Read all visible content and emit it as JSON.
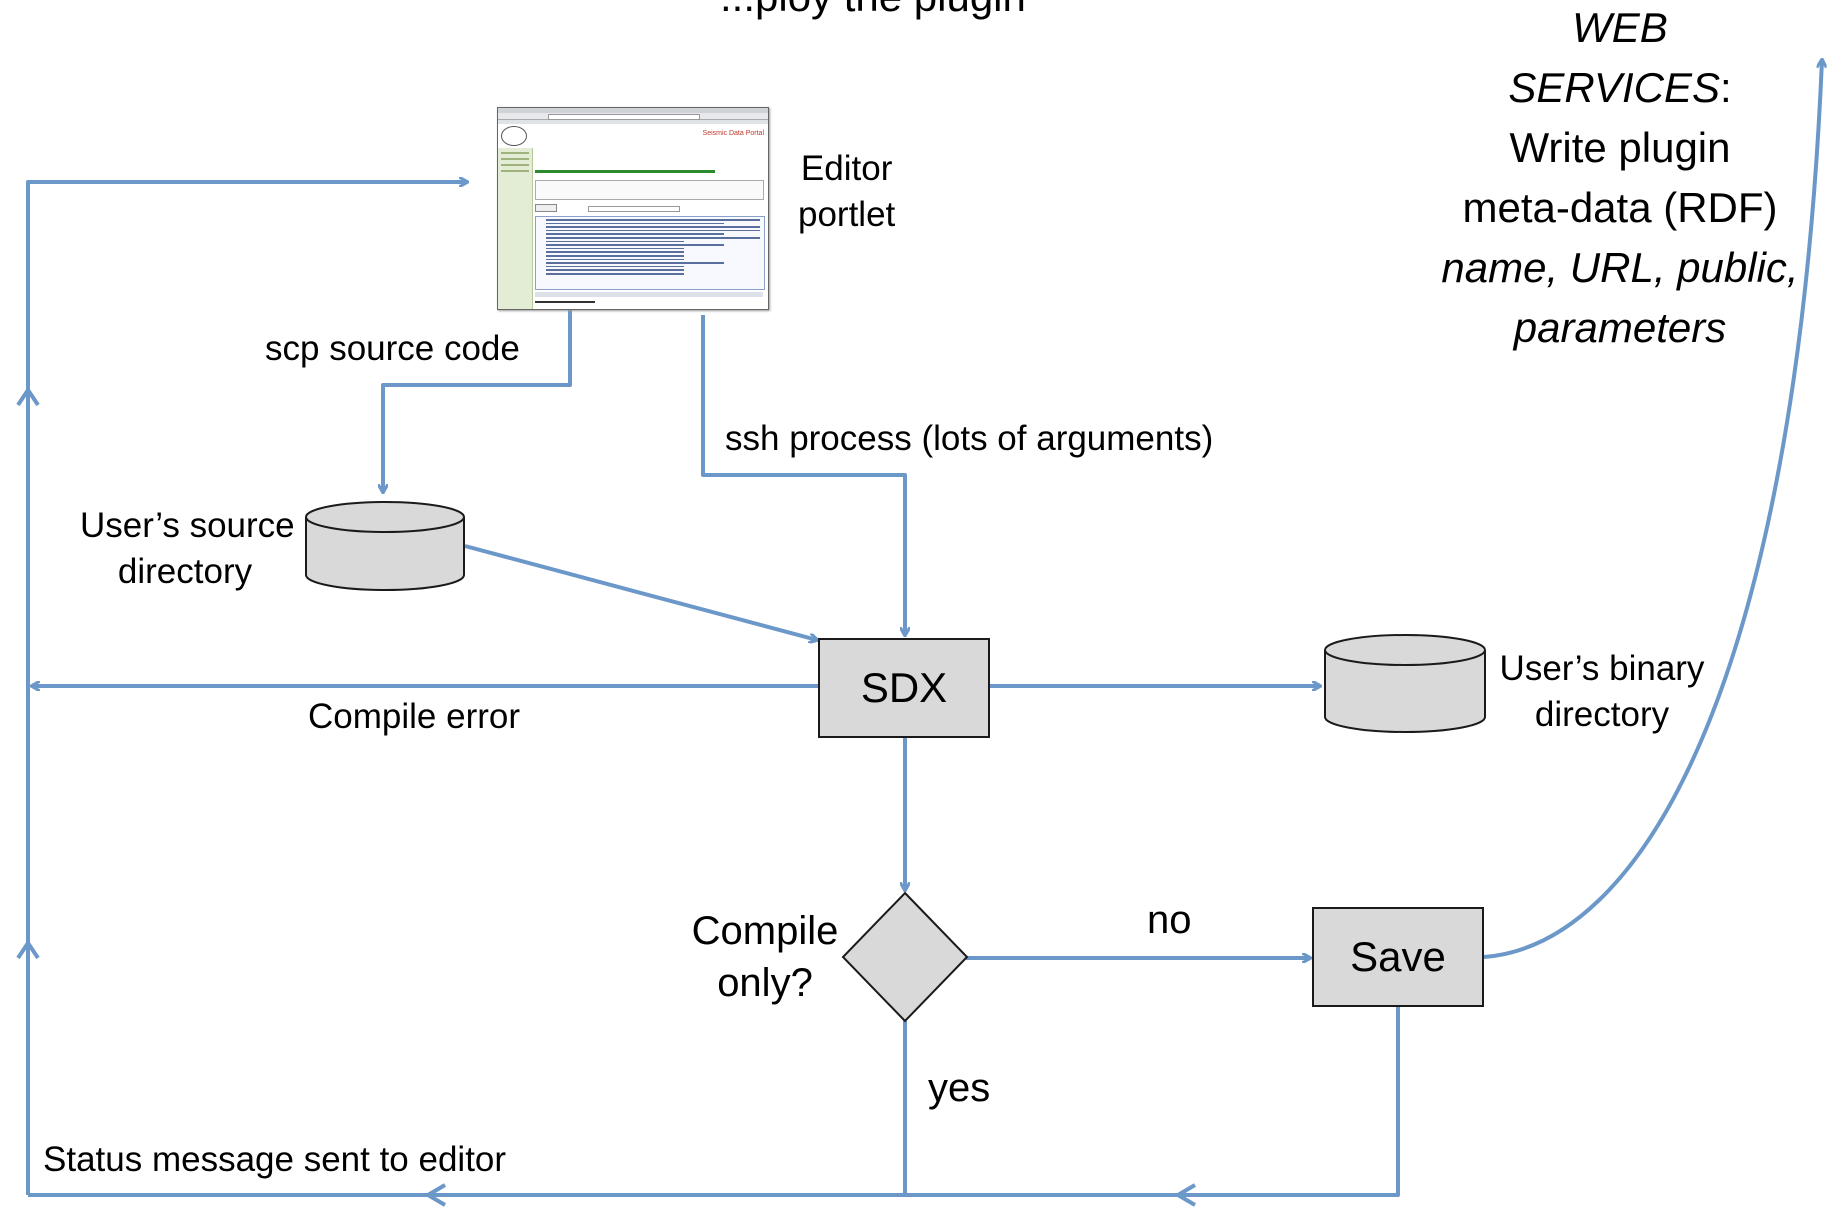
{
  "title_fragment": "...ploy the plugin",
  "editor_label": [
    "Editor",
    "portlet"
  ],
  "portlet": {
    "header": "Seismic Data Portal",
    "success_message": "test_tracearray.plg compiled and saved successfully"
  },
  "scp_label": "scp source code",
  "ssh_label": "ssh process (lots of arguments)",
  "source_dir_label": [
    "User’s source",
    "directory"
  ],
  "binary_dir_label": [
    "User’s binary",
    "directory"
  ],
  "sdx_label": "SDX",
  "compile_error_label": "Compile error",
  "decision_label": [
    "Compile",
    "only?"
  ],
  "no_label": "no",
  "yes_label": "yes",
  "save_label": "Save",
  "status_label": "Status message sent to editor",
  "web_services": {
    "heading_1": "WEB",
    "heading_2": "SERVICES",
    "colon": ":",
    "line_1": "Write plugin",
    "line_2": "meta-data (RDF)",
    "line_3": "name, URL, public,",
    "line_4": "parameters"
  },
  "colors": {
    "arrow": "#6b98c8",
    "shape_fill": "#d9d9d9",
    "shape_stroke": "#1a1a1a"
  }
}
